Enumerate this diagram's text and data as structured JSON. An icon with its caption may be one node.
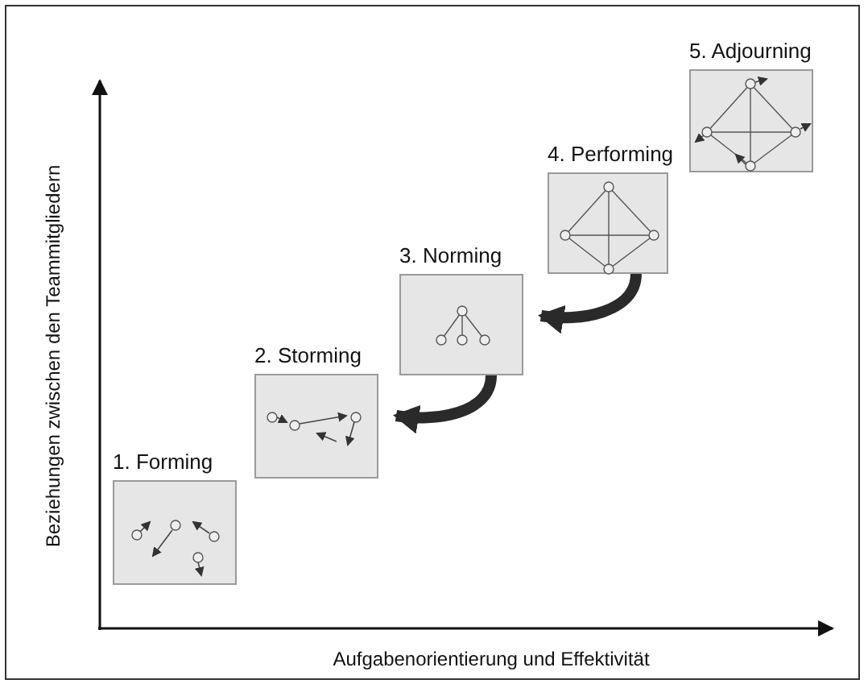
{
  "diagram": {
    "nodes": [
      {
        "text": [
          "1. Forming"
        ]
      },
      {
        "text": [
          "2. Storming"
        ]
      },
      {
        "text": [
          "3. Norming"
        ]
      },
      {
        "text": [
          "4. Performing"
        ]
      },
      {
        "text": [
          "5. Adjourning"
        ]
      }
    ],
    "edges": [
      {
        "from": 2,
        "to": 1,
        "arrow": "to"
      },
      {
        "from": 3,
        "to": 2,
        "arrow": "to"
      }
    ],
    "labels": [
      "Beziehungen zwischen den Teammitgliedern",
      "Aufgabenorientierung und Effektivität"
    ]
  }
}
